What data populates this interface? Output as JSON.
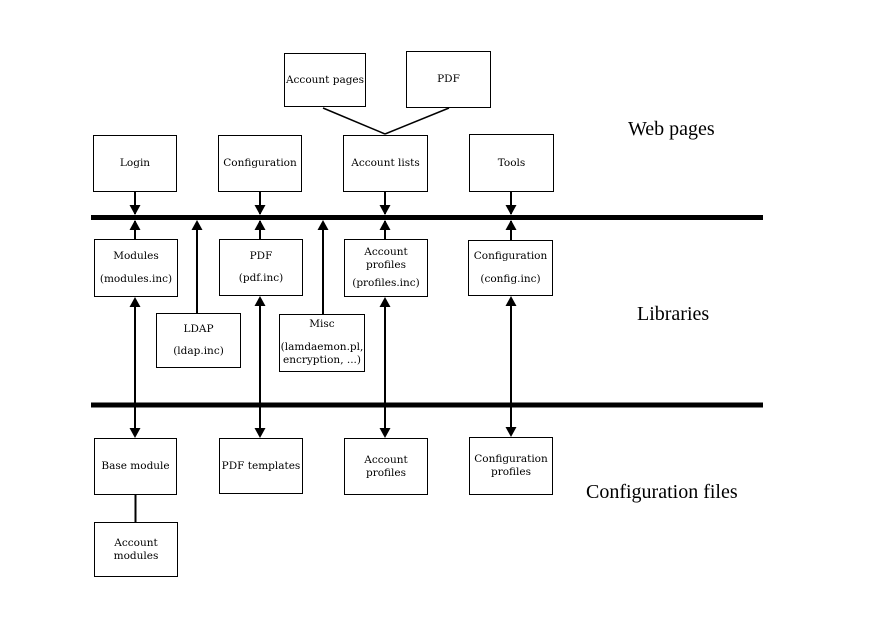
{
  "colors": {
    "line": "#000000",
    "background": "#ffffff",
    "box_fill": "#ffffff"
  },
  "section_labels": {
    "web_pages": "Web pages",
    "libraries": "Libraries",
    "configuration_files": "Configuration files"
  },
  "boxes": {
    "account_pages": {
      "line1": "Account pages"
    },
    "pdf_page": {
      "line1": "PDF"
    },
    "login": {
      "line1": "Login"
    },
    "configuration_page": {
      "line1": "Configuration"
    },
    "account_lists": {
      "line1": "Account lists"
    },
    "tools": {
      "line1": "Tools"
    },
    "modules_lib": {
      "line1": "Modules",
      "line2": "(modules.inc)"
    },
    "pdf_lib": {
      "line1": "PDF",
      "line2": "(pdf.inc)"
    },
    "account_profiles_lib": {
      "line1": "Account profiles",
      "line2": "(profiles.inc)"
    },
    "configuration_lib": {
      "line1": "Configuration",
      "line2": "(config.inc)"
    },
    "ldap_lib": {
      "line1": "LDAP",
      "line2": "(ldap.inc)"
    },
    "misc_lib": {
      "line1": "Misc",
      "line2": "(lamdaemon.pl,",
      "line3": "encryption, ...)"
    },
    "base_module": {
      "line1": "Base module"
    },
    "pdf_templates": {
      "line1": "PDF templates"
    },
    "account_profiles_conf": {
      "line1": "Account profiles"
    },
    "configuration_profiles": {
      "line1": "Configuration",
      "line2": "profiles"
    },
    "account_modules": {
      "line1": "Account modules"
    }
  }
}
